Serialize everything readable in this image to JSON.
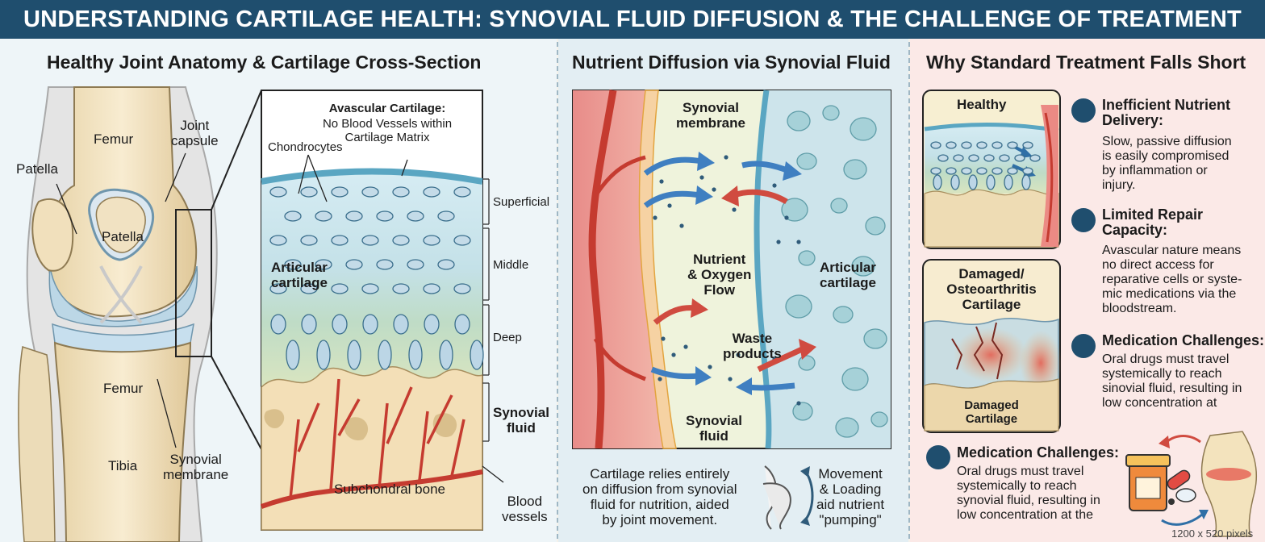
{
  "title": "UNDERSTANDING CARTILAGE HEALTH: SYNOVIAL FLUID DIFFUSION & THE CHALLENGE OF TREATMENT",
  "panel1": {
    "title": "Healthy Joint Anatomy & Cartilage Cross-Section",
    "knee_labels": {
      "femur_top": "Femur",
      "joint_capsule": "Joint\ncapsule",
      "patella_outer": "Patella",
      "patella_inner": "Patella",
      "femur_bottom": "Femur",
      "tibia": "Tibia",
      "synovial_membrane": "Synovial\nmembrane"
    },
    "section_labels": {
      "avascular": "Avascular Cartilage:",
      "avascular_desc": "No Blood Vessels within\nCartilage Matrix",
      "chondrocytes": "Chondrocytes",
      "articular": "Articular\ncartilage",
      "superficial": "Superficial",
      "middle": "Middle",
      "deep": "Deep",
      "synovial_fluid": "Synovial\nfluid",
      "subchondral": "Subchondral bone",
      "blood_vessels": "Blood\nvessels"
    }
  },
  "panel2": {
    "title": "Nutrient Diffusion via Synovial Fluid",
    "labels": {
      "membrane": "Synovial\nmembrane",
      "nutrient": "Nutrient\n& Oxygen\nFlow",
      "articular": "Articular\ncartilage",
      "waste": "Waste\nproducts",
      "fluid": "Synovial\nfluid"
    },
    "caption": "Cartilage relies entirely\non diffusion from synovial\nfluid for nutrition, aided\nby joint movement.",
    "movement": "Movement\n& Loading\naid nutrient\n\"pumping\""
  },
  "panel3": {
    "title": "Why Standard Treatment Falls Short",
    "healthy": "Healthy",
    "damaged_title": "Damaged/\nOsteoarthritis\nCartilage",
    "damaged_label": "Damaged\nCartilage",
    "points": [
      {
        "icon": "dots-icon",
        "head": "Inefficient Nutrient\nDelivery:",
        "body": "Slow, passive diffusion\nis easily compromised\nby inflammation or\ninjury."
      },
      {
        "icon": "repair-icon",
        "head": "Limited Repair\nCapacity:",
        "body": "Avascular nature means\nno direct access for\nreparative cells or syste-\nmic medications via the\nbloodstream."
      },
      {
        "icon": "pill-bottle-icon",
        "head": "Medication Challenges:",
        "body": "Oral drugs must travel\nsystemically to reach\nsinovial fluid, resulting in\nlow concentration at"
      },
      {
        "icon": "pill-icon",
        "head": "Medication Challenges:",
        "body": "Oral drugs must travel\nsystemically to reach\nsynovial fluid, resulting in\nlow concentration at the"
      }
    ],
    "footnote": "1200 x 520 pixels"
  }
}
